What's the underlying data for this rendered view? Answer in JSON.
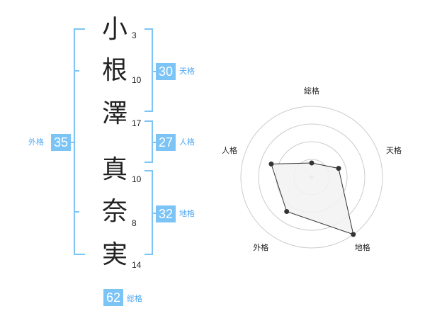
{
  "name": {
    "chars": [
      "小",
      "根",
      "澤",
      "真",
      "奈",
      "実"
    ],
    "strokes": [
      "3",
      "10",
      "17",
      "10",
      "8",
      "14"
    ]
  },
  "fortunes": {
    "tenkaku": {
      "value": "30",
      "label": "天格"
    },
    "jinkaku": {
      "value": "27",
      "label": "人格"
    },
    "chikaku": {
      "value": "32",
      "label": "地格"
    },
    "gaikaku": {
      "value": "35",
      "label": "外格"
    },
    "soukaku": {
      "value": "62",
      "label": "総格"
    }
  },
  "colors": {
    "accent": "#7cc4f6",
    "accent_text": "#4fa7f2",
    "grid": "#cccccc",
    "polygon_fill": "#f2f2f2",
    "polygon_stroke": "#333333"
  },
  "chart_data": {
    "type": "radar",
    "axes": [
      "総格",
      "天格",
      "地格",
      "外格",
      "人格"
    ],
    "values": [
      1,
      2,
      5,
      3,
      3
    ],
    "range": [
      0,
      5
    ],
    "rings": 4
  }
}
